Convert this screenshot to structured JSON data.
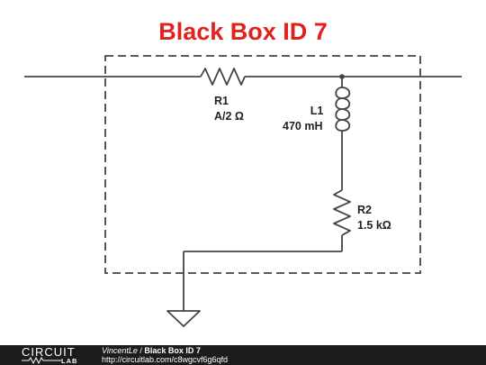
{
  "title": "Black Box ID 7",
  "title_color": "#e0211c",
  "components": {
    "r1": {
      "name": "R1",
      "value": "A/2 Ω"
    },
    "l1": {
      "name": "L1",
      "value": "470 mH"
    },
    "r2": {
      "name": "R2",
      "value": "1.5 kΩ"
    }
  },
  "footer": {
    "logo_top": "CIRCUIT",
    "logo_bottom": "LAB",
    "author": "VincentLe",
    "separator": " / ",
    "project": "Black Box ID 7",
    "url": "http://circuitlab.com/c8wgcvf6g6qfd"
  }
}
